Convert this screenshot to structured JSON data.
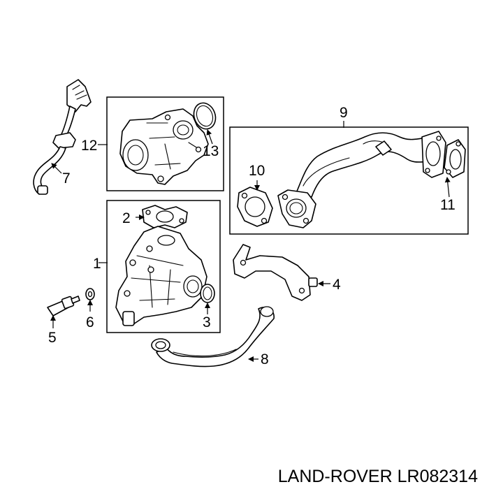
{
  "caption": "LAND-ROVER LR082314",
  "callouts": {
    "c1": "1",
    "c2": "2",
    "c3": "3",
    "c4": "4",
    "c5": "5",
    "c6": "6",
    "c7": "7",
    "c8": "8",
    "c9": "9",
    "c10": "10",
    "c11": "11",
    "c12": "12",
    "c13": "13"
  }
}
